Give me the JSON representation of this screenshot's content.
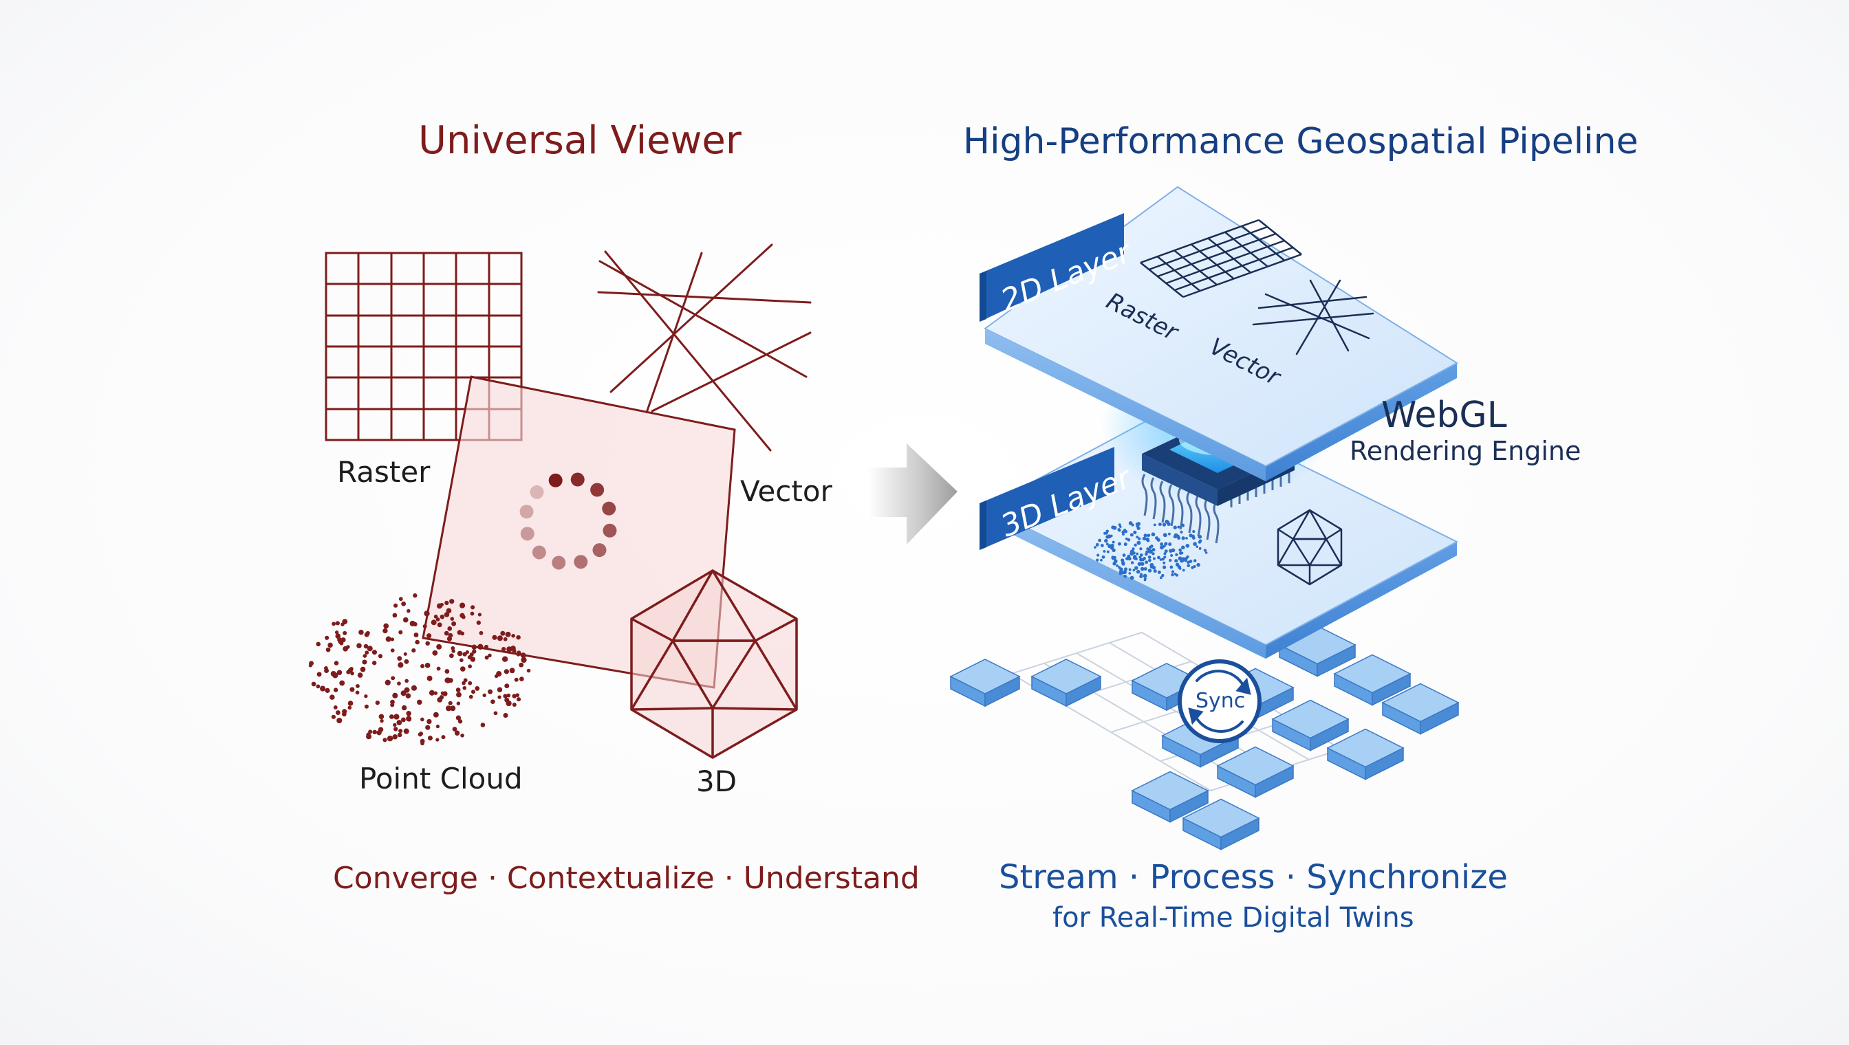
{
  "left_panel": {
    "title": "Universal Viewer",
    "labels": {
      "raster": "Raster",
      "vector": "Vector",
      "point_cloud": "Point Cloud",
      "three_d": "3D"
    },
    "tagline": "Converge · Contextualize · Understand"
  },
  "right_panel": {
    "title": "High-Performance Geospatial Pipeline",
    "layer_2d": {
      "tab": "2D Layer",
      "raster": "Raster",
      "vector": "Vector"
    },
    "layer_3d": {
      "tab": "3D Layer"
    },
    "engine": {
      "title": "WebGL",
      "subtitle": "Rendering Engine"
    },
    "sync_badge": "Sync",
    "tagline": "Stream · Process · Synchronize",
    "subtagline": "for Real-Time Digital Twins"
  },
  "icons": {
    "arrow": "arrow-right-icon",
    "loading": "loading-spinner-icon",
    "chip": "gpu-chip-icon",
    "sync": "sync-arrows-icon"
  },
  "colors": {
    "left_accent": "#7e1c1c",
    "right_accent": "#163f82",
    "tab_blue": "#1f5fb5",
    "panel_fill": "#dcebfb",
    "tile_fill": "#9cc8f2",
    "chip_glow": "#35c3ff"
  }
}
